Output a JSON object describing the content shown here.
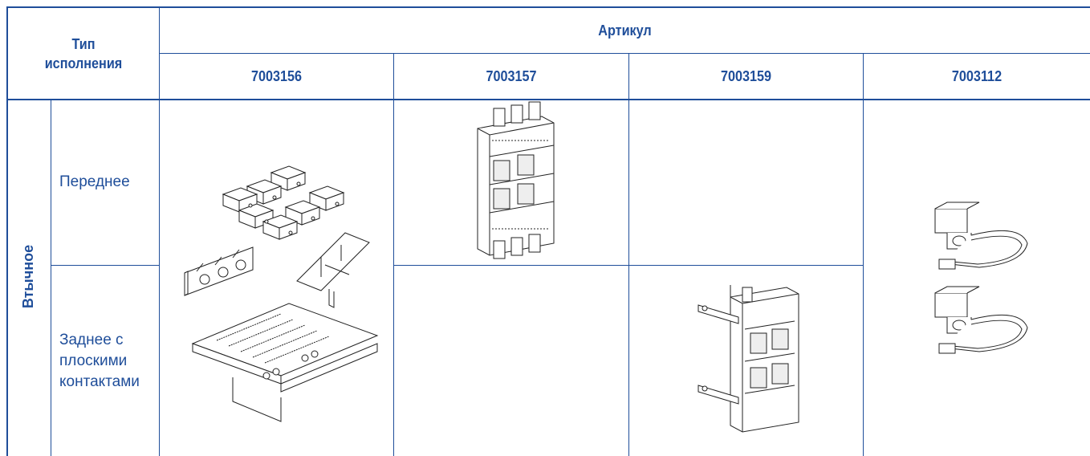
{
  "header": {
    "type_label_line1": "Тип",
    "type_label_line2": "исполнения",
    "article_label": "Артикул",
    "articles": [
      "7003156",
      "7003157",
      "7003159",
      "7003112"
    ]
  },
  "rows": {
    "group_label": "Втычное",
    "front_label": "Переднее",
    "rear_label_line1": "Заднее с",
    "rear_label_line2": "плоскими",
    "rear_label_line3": "контактами"
  },
  "colors": {
    "line": "#1f4e9a",
    "text": "#1f4e9a"
  }
}
